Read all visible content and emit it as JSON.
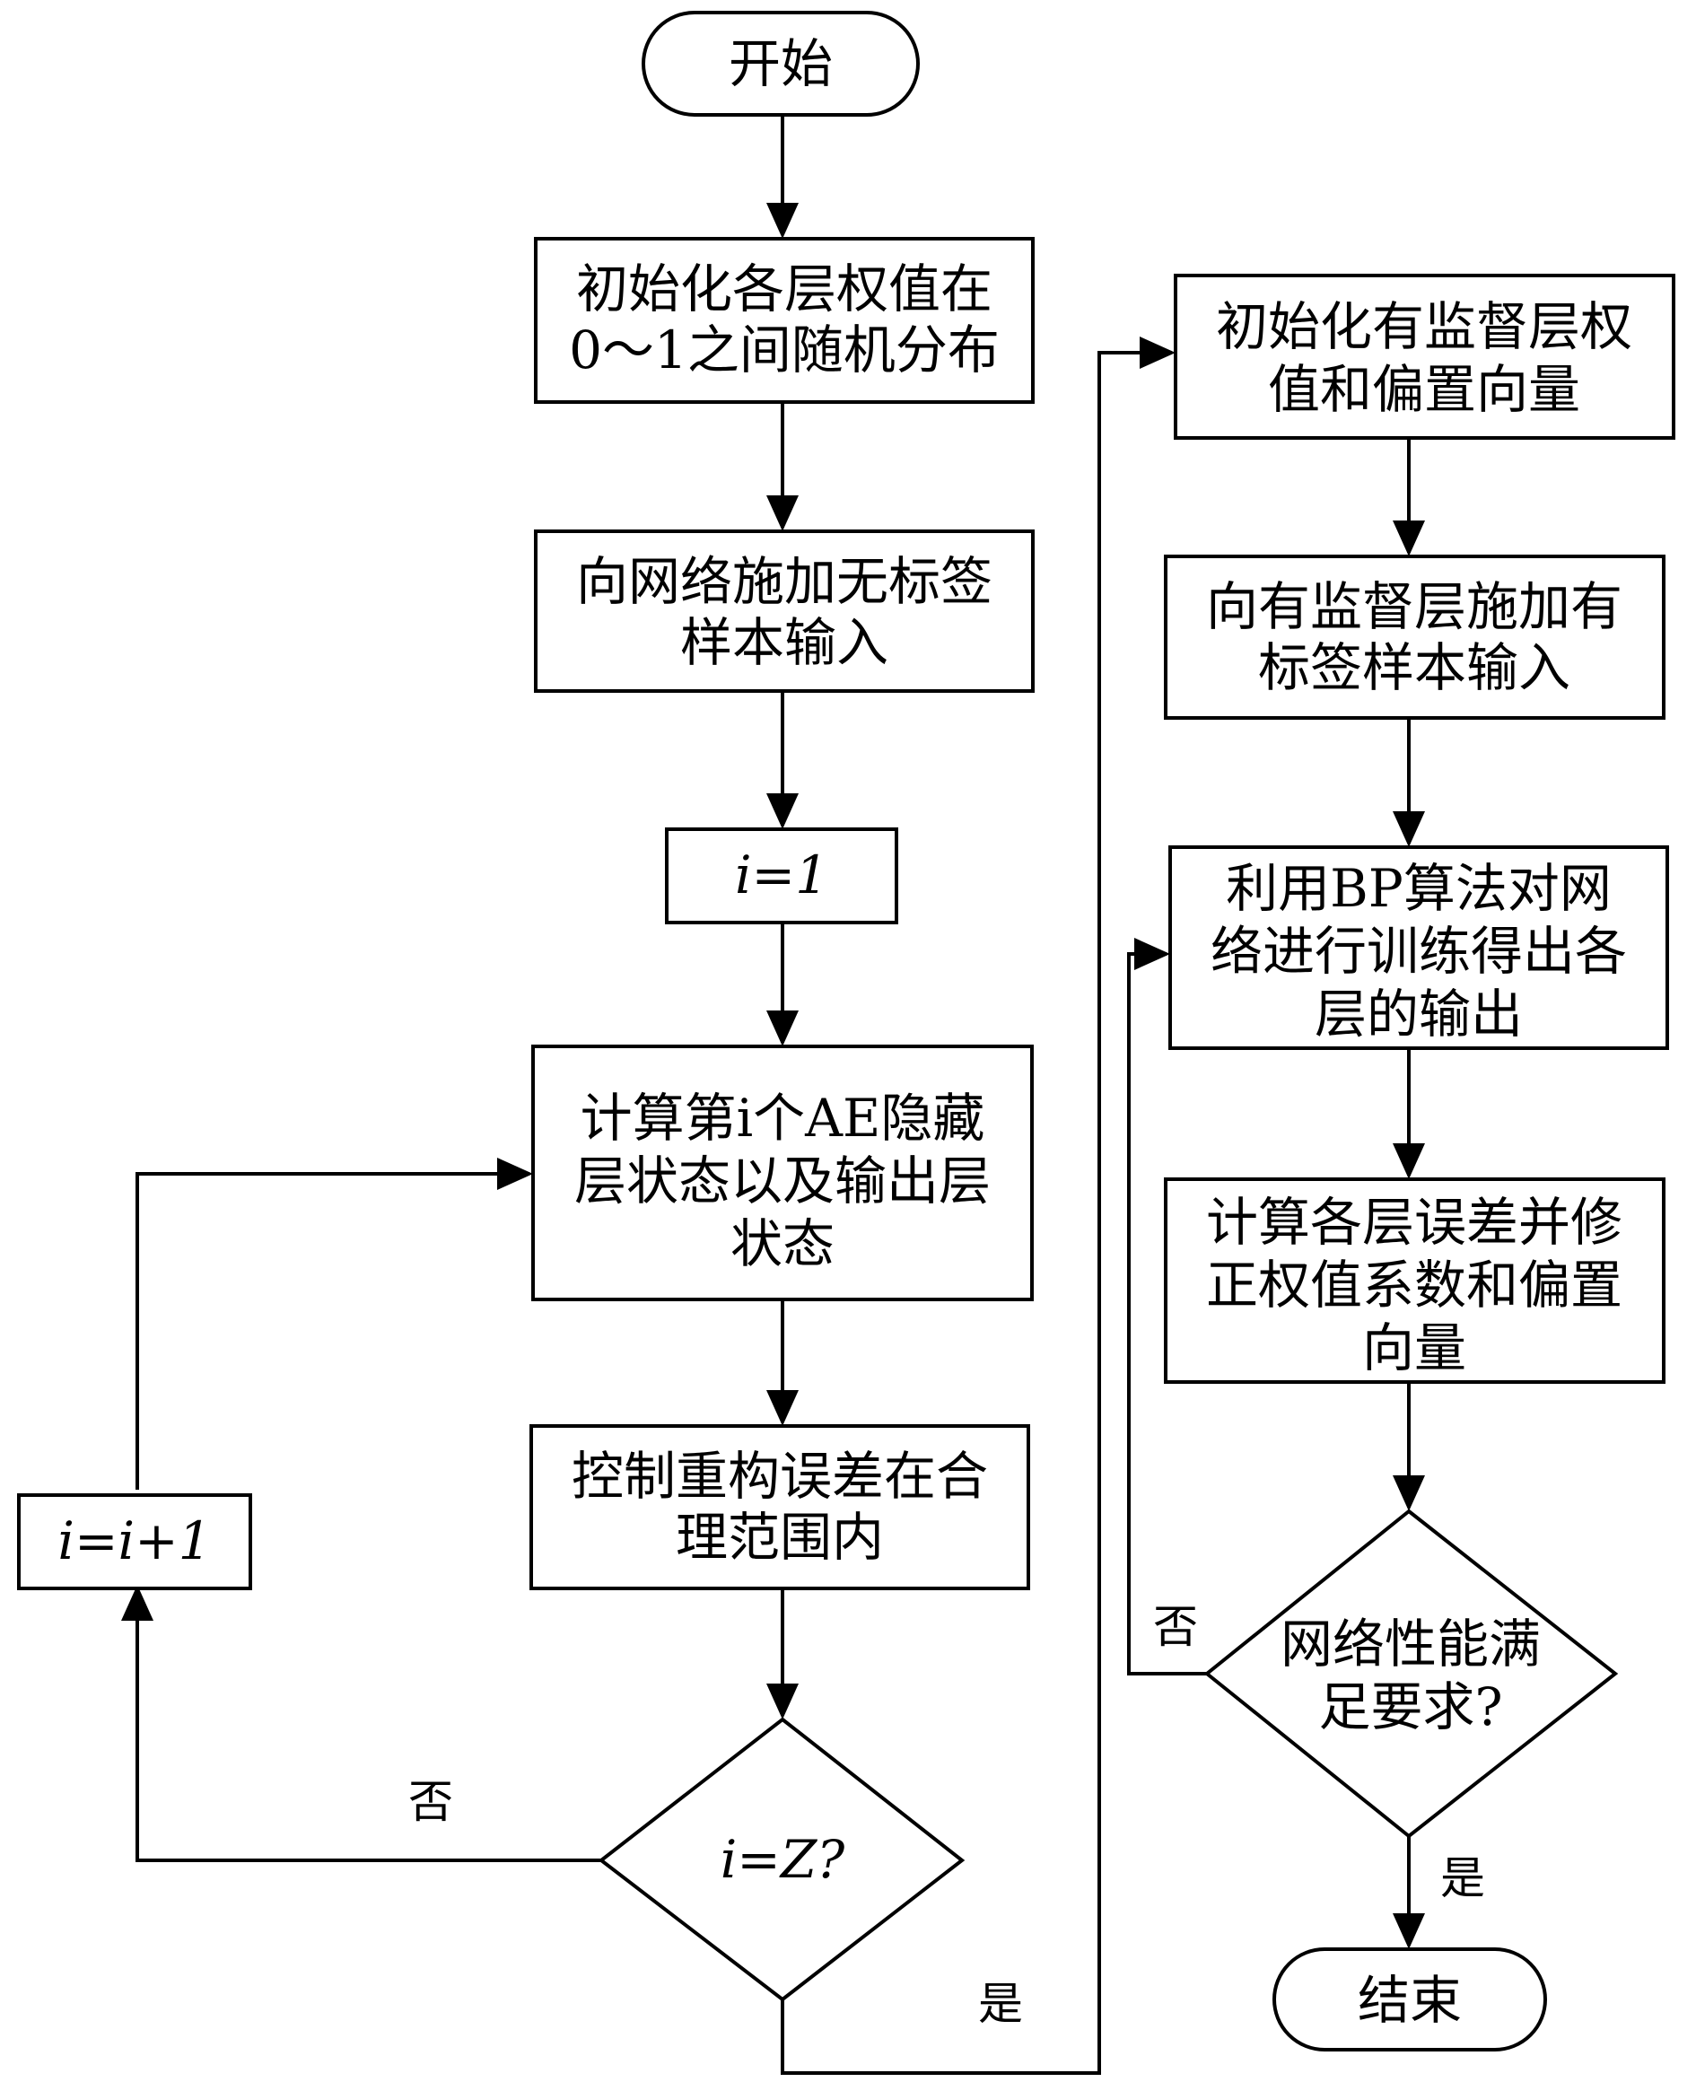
{
  "nodes": {
    "start": {
      "lines": [
        "开始"
      ]
    },
    "init_weights": {
      "lines": [
        "初始化各层权值在",
        "0～1之间随机分布"
      ]
    },
    "apply_unlabeled": {
      "lines": [
        "向网络施加无标签",
        "样本输入"
      ]
    },
    "set_i": {
      "lines": [
        "i=1"
      ]
    },
    "compute_ae": {
      "lines": [
        "计算第i个AE隐藏",
        "层状态以及输出层",
        "状态"
      ]
    },
    "control_error": {
      "lines": [
        "控制重构误差在合",
        "理范围内"
      ]
    },
    "check_z": {
      "lines": [
        "i=Z?"
      ]
    },
    "increment_i": {
      "lines": [
        "i=i+1"
      ]
    },
    "init_supervised": {
      "lines": [
        "初始化有监督层权",
        "值和偏置向量"
      ]
    },
    "apply_labeled": {
      "lines": [
        "向有监督层施加有",
        "标签样本输入"
      ]
    },
    "bp_train": {
      "lines": [
        "利用BP算法对网",
        "络进行训练得出各",
        "层的输出"
      ]
    },
    "compute_errors": {
      "lines": [
        "计算各层误差并修",
        "正权值系数和偏置",
        "向量"
      ]
    },
    "check_performance": {
      "lines": [
        "网络性能满",
        "足要求?"
      ]
    },
    "end": {
      "lines": [
        "结束"
      ]
    }
  },
  "edge_labels": {
    "check_z_no": "否",
    "check_z_yes": "是",
    "performance_no": "否",
    "performance_yes": "是"
  }
}
